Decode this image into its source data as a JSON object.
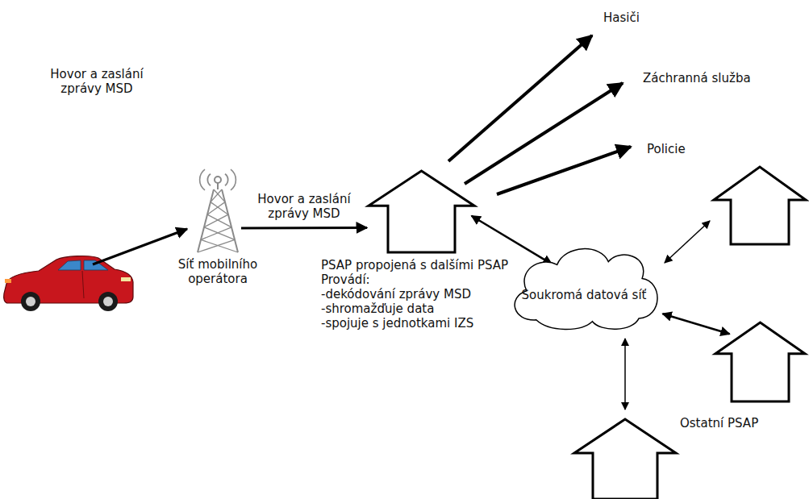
{
  "diagram": {
    "nodes": [
      {
        "text": [
          "Síť mobilního operátora"
        ]
      },
      {
        "text": [
          "PSAP propojená s dalšími PSAP",
          "Provádí:",
          "-dekódování zprávy MSD",
          "-shromažďuje data",
          "-spojuje s jednotkami IZS"
        ]
      },
      {
        "text": [
          "Soukromá datová síť"
        ]
      },
      {
        "text": [
          "Ostatní PSAP"
        ]
      }
    ],
    "edges": [
      {
        "from": 0,
        "to": 1,
        "arrow": "to",
        "label": "Hovor a zaslání zprávy MSD"
      },
      {
        "from": 1,
        "to": 2,
        "arrow": "both"
      },
      {
        "from": 2,
        "to": 3,
        "arrow": "both"
      }
    ],
    "labels": [
      "Hovor a zaslání zprávy MSD",
      "Hasiči",
      "Záchranná služba",
      "Policie"
    ]
  }
}
